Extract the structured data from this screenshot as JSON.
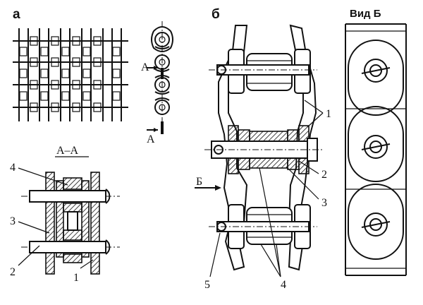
{
  "panel_labels": {
    "a": "а",
    "b": "б"
  },
  "section_label": "А–А",
  "section_mark": "А",
  "section_mark_lower": "А",
  "view_arrow_label": "Б",
  "view_title": "Вид Б",
  "callouts": {
    "sec_4": "4",
    "sec_3": "3",
    "sec_2": "2",
    "sec_1": "1",
    "b_1": "1",
    "b_2": "2",
    "b_3": "3",
    "b_4": "4",
    "b_5": "5"
  }
}
